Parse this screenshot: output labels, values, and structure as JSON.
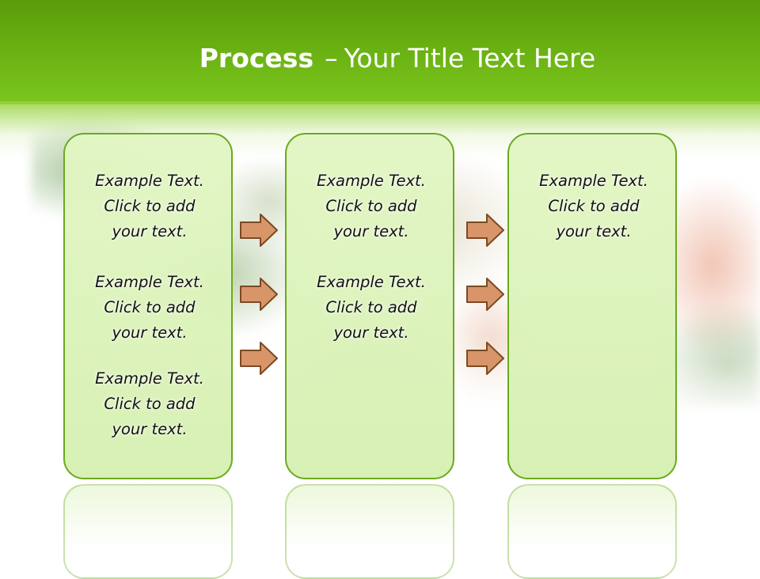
{
  "header": {
    "title_strong": "Process",
    "title_dash": "–",
    "title_rest": "Your Title Text Here"
  },
  "columns": [
    {
      "items": [
        {
          "line1": "Example Text.",
          "line2": "Click  to add",
          "line3": "your text."
        },
        {
          "line1": "Example Text.",
          "line2": "Click  to add",
          "line3": "your text."
        },
        {
          "line1": "Example Text.",
          "line2": "Click  to add",
          "line3": "your text."
        }
      ]
    },
    {
      "items": [
        {
          "line1": "Example Text.",
          "line2": "Click  to add",
          "line3": "your text."
        },
        {
          "line1": "Example Text.",
          "line2": "Click  to add",
          "line3": "your text."
        }
      ]
    },
    {
      "items": [
        {
          "line1": "Example Text.",
          "line2": "Click  to add",
          "line3": "your text."
        }
      ]
    }
  ],
  "colors": {
    "header_green": "#6cb414",
    "box_border": "#6aaa1e",
    "box_fill": "#e2f6c4",
    "arrow_fill": "#d9956a",
    "arrow_stroke": "#7a4a22"
  },
  "icons": [
    "right-arrow-icon"
  ]
}
